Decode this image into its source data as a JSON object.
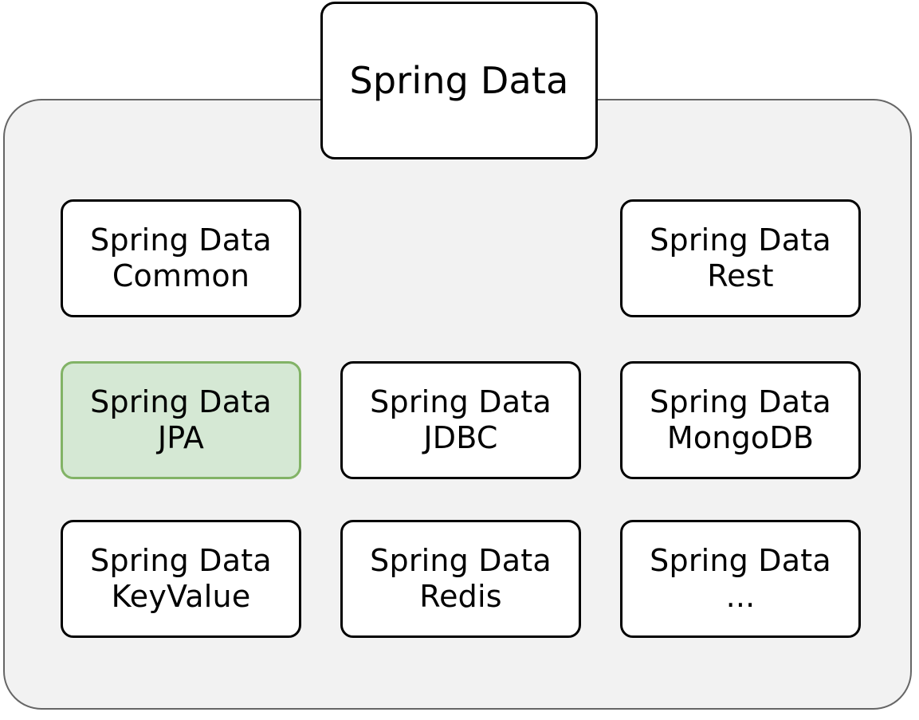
{
  "diagram": {
    "title_node": {
      "label": "Spring Data",
      "name": "spring-data-root-node"
    },
    "container": {
      "name": "spring-data-modules-container",
      "fill_color": "#f2f2f2",
      "border_color": "#666666"
    },
    "highlight_colors": {
      "fill": "#d5e8d4",
      "border": "#82b366"
    },
    "default_colors": {
      "fill": "#ffffff",
      "border": "#000000",
      "text": "#000000"
    },
    "nodes": [
      {
        "id": "common",
        "label": "Spring Data\nCommon",
        "col": 1,
        "row": 1,
        "highlighted": false
      },
      {
        "id": "rest",
        "label": "Spring Data\nRest",
        "col": 3,
        "row": 1,
        "highlighted": false
      },
      {
        "id": "jpa",
        "label": "Spring Data\nJPA",
        "col": 1,
        "row": 2,
        "highlighted": true
      },
      {
        "id": "jdbc",
        "label": "Spring Data\nJDBC",
        "col": 2,
        "row": 2,
        "highlighted": false
      },
      {
        "id": "mongodb",
        "label": "Spring Data\nMongoDB",
        "col": 3,
        "row": 2,
        "highlighted": false
      },
      {
        "id": "keyvalue",
        "label": "Spring Data\nKeyValue",
        "col": 1,
        "row": 3,
        "highlighted": false
      },
      {
        "id": "redis",
        "label": "Spring Data\nRedis",
        "col": 2,
        "row": 3,
        "highlighted": false
      },
      {
        "id": "more",
        "label": "Spring Data\n...",
        "col": 3,
        "row": 3,
        "highlighted": false
      }
    ]
  }
}
